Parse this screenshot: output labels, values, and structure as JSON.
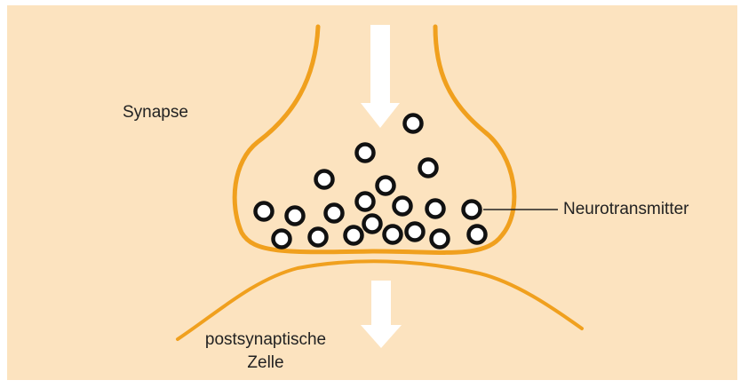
{
  "labels": {
    "synapse": "Synapse",
    "neurotransmitter": "Neurotransmitter",
    "postsynaptic_line1": "postsynaptische",
    "postsynaptic_line2": "Zelle"
  },
  "colors": {
    "background": "#fce3bf",
    "membrane": "#f0a01e",
    "vesicle_stroke": "#111111",
    "vesicle_fill": "#ffffff",
    "arrow": "#ffffff",
    "text": "#222222"
  },
  "icons": {
    "signal_arrow_top": "down-arrow",
    "signal_arrow_bottom": "down-arrow"
  }
}
